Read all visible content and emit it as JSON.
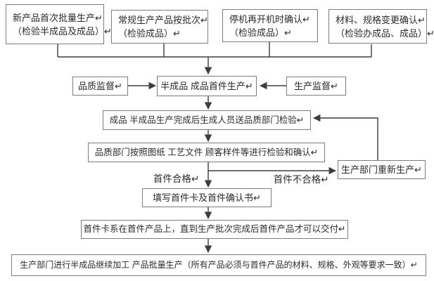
{
  "colors": {
    "background": "#ffffff",
    "box_border": "#7d7d7d",
    "text": "#2b2b2b",
    "connector": "#3d3d3d"
  },
  "nodes": {
    "new_product": {
      "lines": [
        "新产品首次批量生产↵",
        "（检验半成品及成品）↵"
      ]
    },
    "regular_production": {
      "lines": [
        "常规生产产品按批次↵",
        "（检验成品）↵"
      ]
    },
    "restart_confirm": {
      "lines": [
        "停机再开机时确认↵",
        "（检验成品）↵"
      ]
    },
    "material_change": {
      "lines": [
        "材料、规格变更确认↵",
        "（检验办成品、成品）↵"
      ]
    },
    "quality_supervision": {
      "label": "品质监督↵"
    },
    "first_article_production": {
      "label": "半成品 成品首件生产↵"
    },
    "production_supervision": {
      "label": "生产监督↵"
    },
    "send_to_quality": {
      "label": "成品 半成品生产完成后生成人员送品质部门检验↵"
    },
    "quality_check": {
      "label": "品质部门按照图纸 工艺文件 顾客样件等进行检验和确认↵"
    },
    "rework": {
      "label": "生产部门重新生产↵"
    },
    "fill_card": {
      "label": "填写首件卡及首件确认书↵"
    },
    "card_attached": {
      "label": "首件卡系在首件产品上，直到生产批次完成后首件产品才可以交付↵"
    },
    "batch_production": {
      "label": "生产部门进行半成品继续加工 产品批量生产（所有产品必须与首件产品的材料、规格、外观等要求一致）↵"
    }
  },
  "edge_labels": {
    "pass": "首件合格↵",
    "fail": "首件不合格↵"
  }
}
